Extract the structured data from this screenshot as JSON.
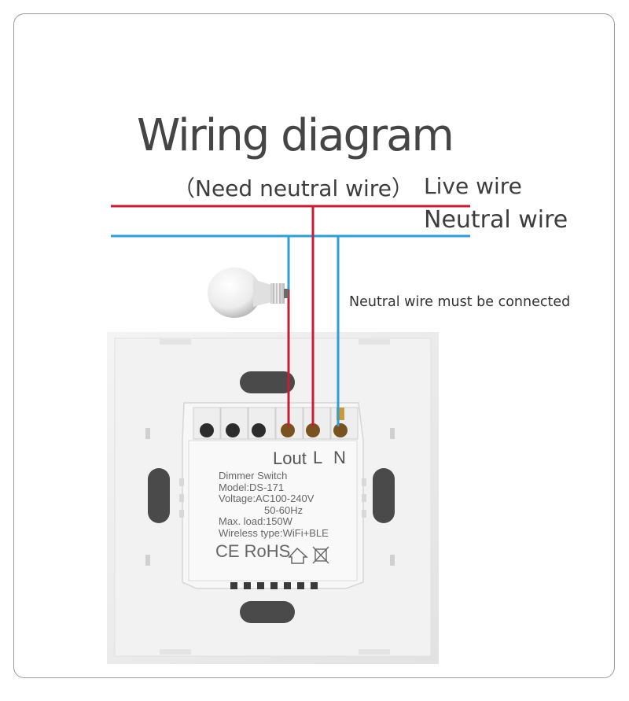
{
  "title": "Wiring diagram",
  "subtitle": "（Need neutral wire）",
  "live_wire_label": "Live wire",
  "neutral_wire_label": "Neutral wire",
  "note": "Neutral wire must be connected",
  "terminals": {
    "lout": "Lout",
    "l": "L",
    "n": "N"
  },
  "device": {
    "name": "Dimmer Switch",
    "model": "Model:DS-171",
    "voltage": "Voltage:AC100-240V",
    "frequency": "50-60Hz",
    "max_load": "Max. load:150W",
    "wireless": "Wireless type:WiFi+BLE",
    "certifications": "CE RoHS"
  },
  "colors": {
    "live": "#c81e35",
    "neutral": "#2f9fd6"
  }
}
